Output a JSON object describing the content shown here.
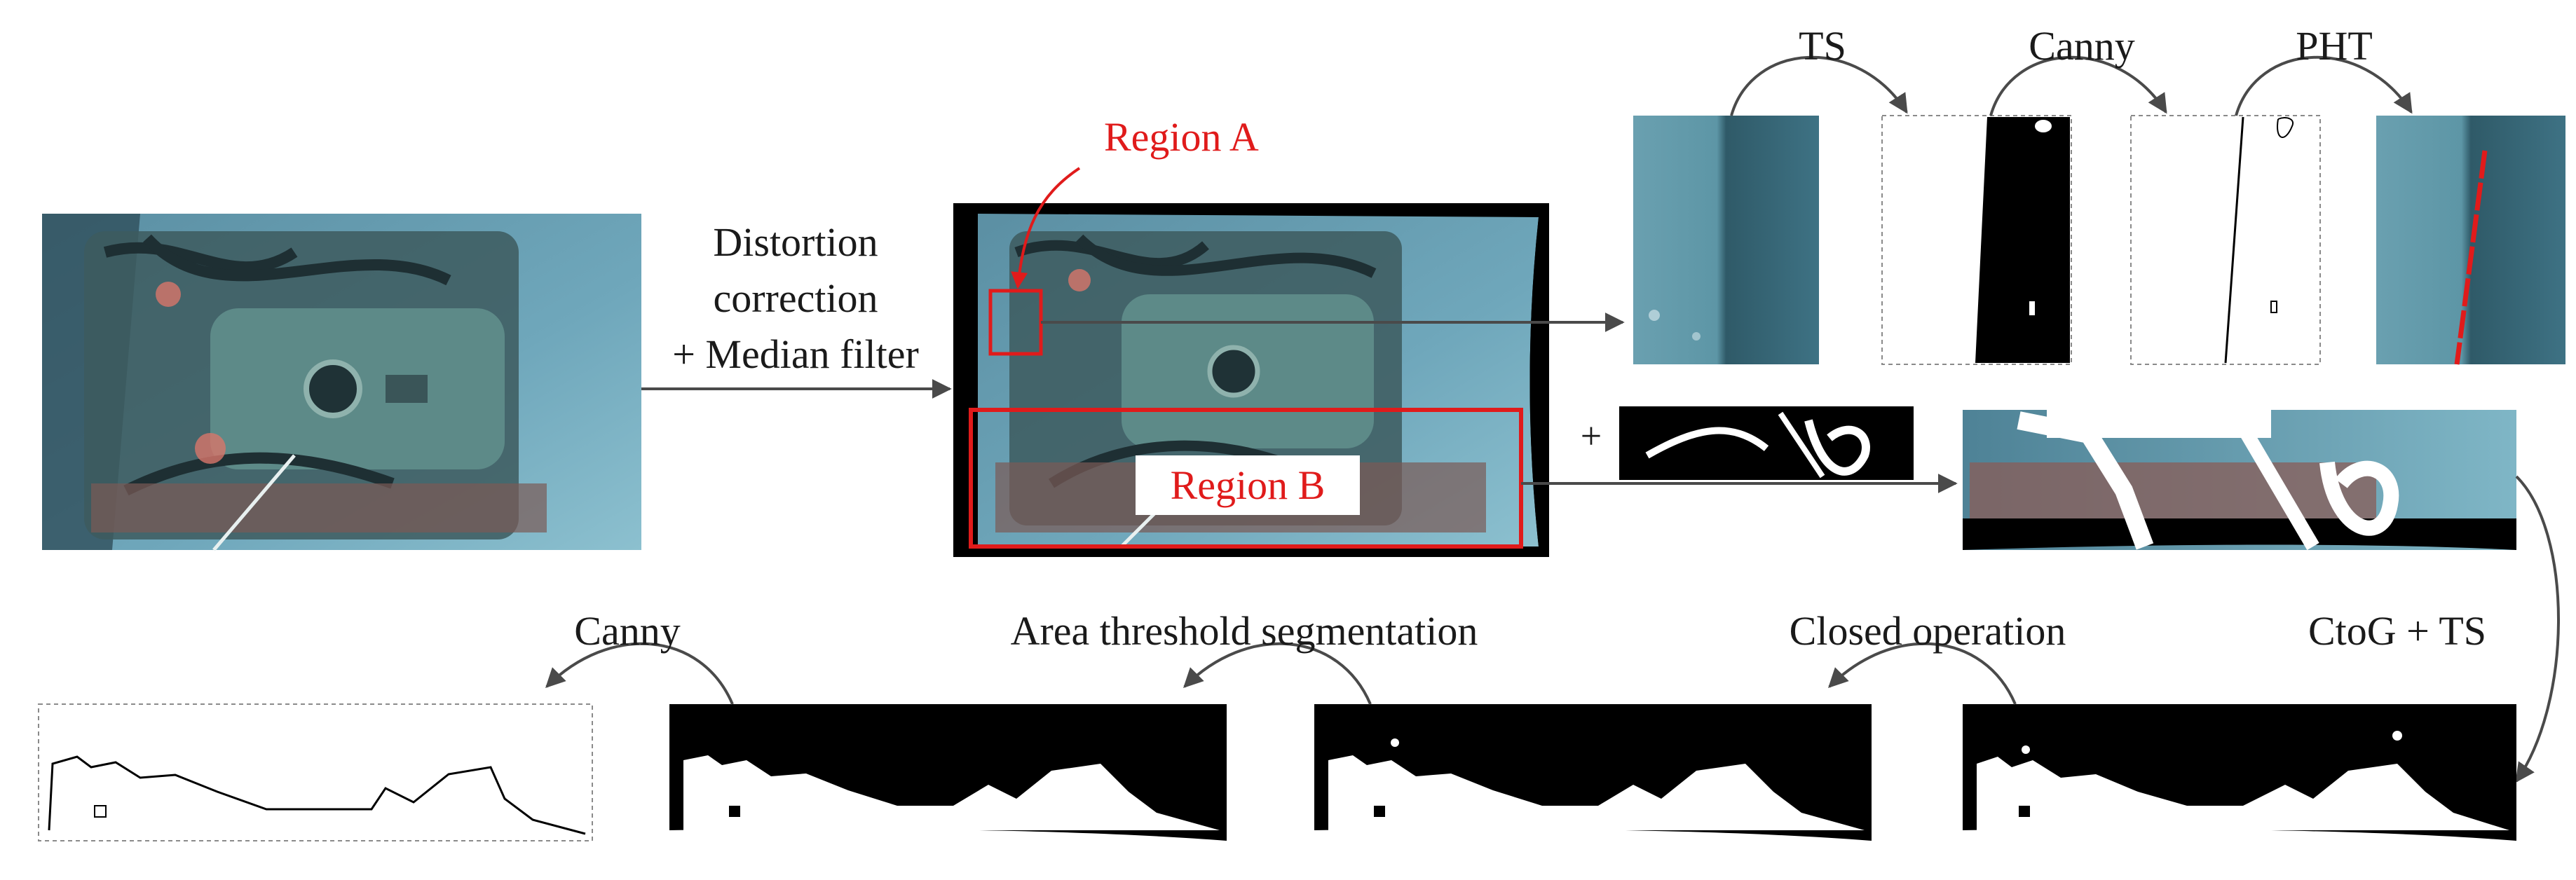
{
  "labels": {
    "distortion_line1": "Distortion",
    "distortion_line2": "correction",
    "distortion_line3": "+ Median filter",
    "region_a": "Region A",
    "region_b": "Region B",
    "ts": "TS",
    "canny_top": "Canny",
    "pht": "PHT",
    "plus": "+",
    "ctog_ts": "CtoG + TS",
    "closed_operation": "Closed operation",
    "area_threshold": "Area threshold segmentation",
    "canny_bottom": "Canny"
  },
  "colors": {
    "arrow": "#4a4a4a",
    "region_highlight": "#e01b1b",
    "water_blue": "#6fa4b8",
    "detected_line": "#e01b1b"
  }
}
